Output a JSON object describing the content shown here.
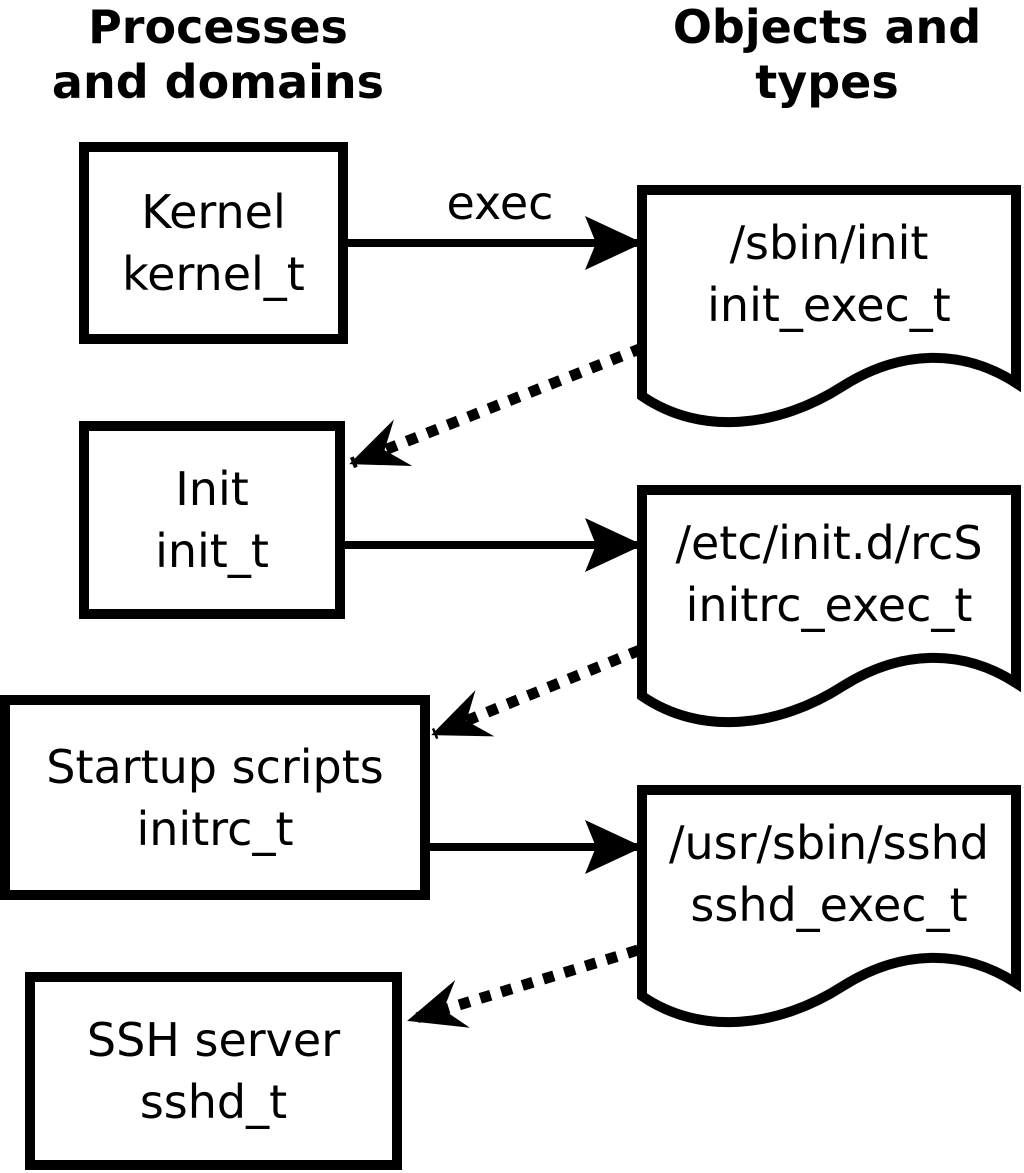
{
  "headers": {
    "left": {
      "line1": "Processes",
      "line2": "and domains"
    },
    "right": {
      "line1": "Objects and",
      "line2": "types"
    }
  },
  "processes": [
    {
      "name": "Kernel",
      "type": "kernel_t"
    },
    {
      "name": "Init",
      "type": "init_t"
    },
    {
      "name": "Startup scripts",
      "type": "initrc_t"
    },
    {
      "name": "SSH server",
      "type": "sshd_t"
    }
  ],
  "objects": [
    {
      "path": "/sbin/init",
      "type": "init_exec_t"
    },
    {
      "path": "/etc/init.d/rcS",
      "type": "initrc_exec_t"
    },
    {
      "path": "/usr/sbin/sshd",
      "type": "sshd_exec_t"
    }
  ],
  "arrows": {
    "exec_label": "exec"
  },
  "colors": {
    "foreground": "#000000",
    "background": "#ffffff"
  }
}
